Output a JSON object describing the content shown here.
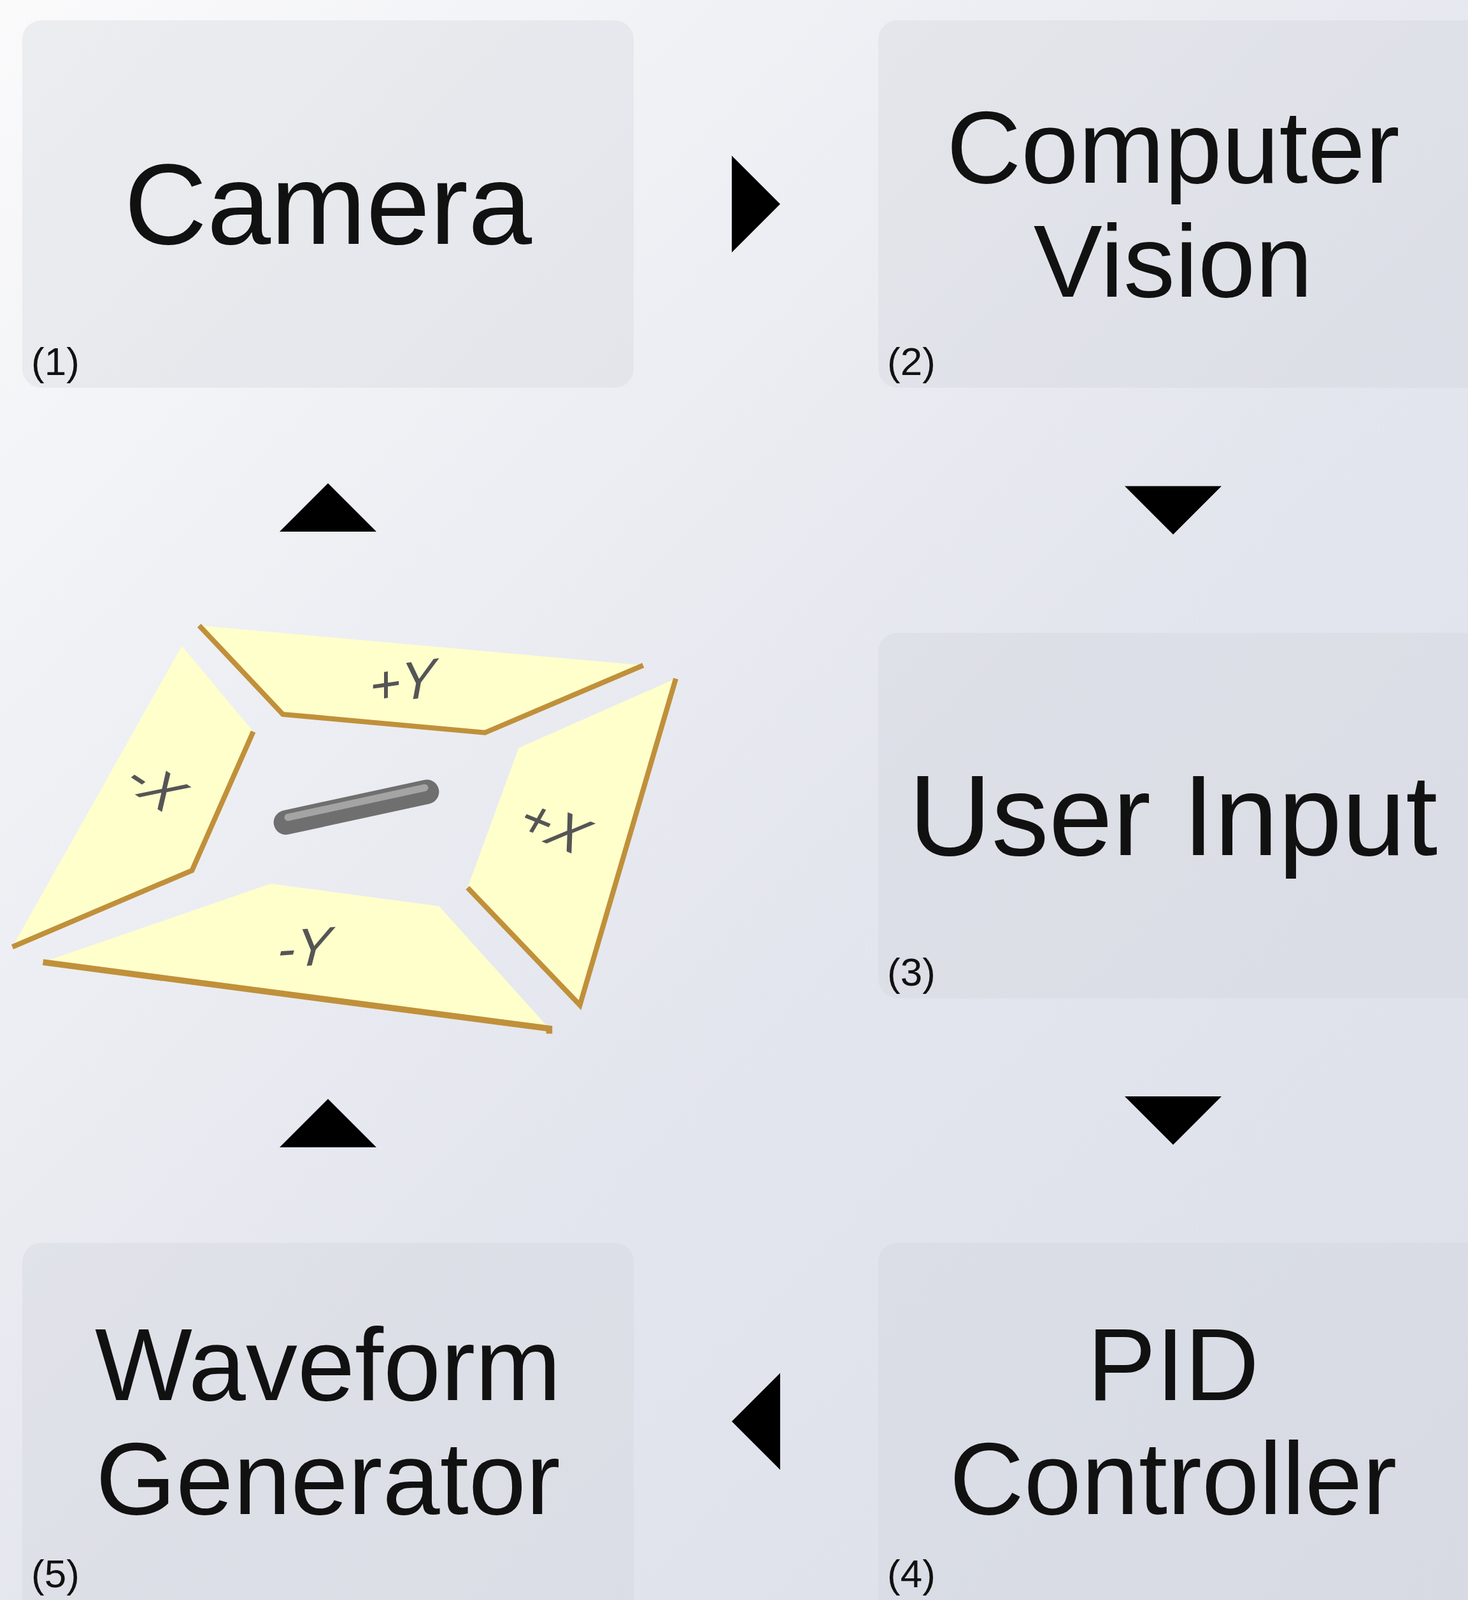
{
  "diagram": {
    "nodes": [
      {
        "text": [
          "Camera",
          "(1)"
        ]
      },
      {
        "text": [
          "Computer Vision",
          "(2)"
        ]
      },
      {
        "text": [
          "User Input",
          "(3)"
        ]
      },
      {
        "text": [
          "PID Controller",
          "(4)"
        ]
      },
      {
        "text": [
          "Waveform Generator",
          "(5)"
        ]
      }
    ],
    "edges": [
      {
        "from": 0,
        "to": 1,
        "arrow": "to"
      },
      {
        "from": 1,
        "to": 2,
        "arrow": "to"
      },
      {
        "from": 2,
        "to": 3,
        "arrow": "to"
      },
      {
        "from": 3,
        "to": 4,
        "arrow": "to"
      },
      {
        "from": 4,
        "to": 0,
        "arrow": "to"
      }
    ],
    "labels": [
      "+Y",
      "-X",
      "+X",
      "-Y"
    ]
  }
}
